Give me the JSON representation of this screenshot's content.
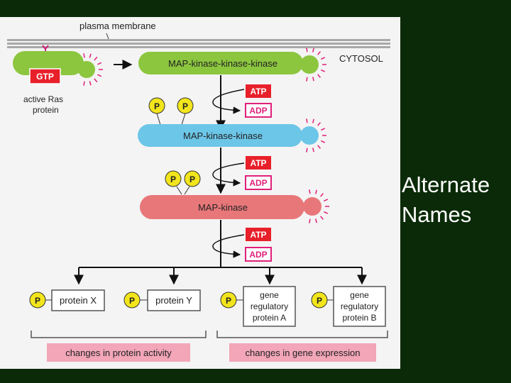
{
  "slide": {
    "title_line1": "Alternate",
    "title_line2": "Names",
    "background_color": "#0b2a08",
    "title_color": "#ffffff"
  },
  "diagram": {
    "membrane_label": "plasma membrane",
    "cytosol_label": "CYTOSOL",
    "ras": {
      "gtp": "GTP",
      "label_line1": "active Ras",
      "label_line2": "protein"
    },
    "kinases": [
      {
        "name": "MAP-kinase-kinase-kinase",
        "color": "#8cc63f"
      },
      {
        "name": "MAP-kinase-kinase",
        "color": "#6cc6e8"
      },
      {
        "name": "MAP-kinase",
        "color": "#e8777a"
      }
    ],
    "atp": "ATP",
    "adp": "ADP",
    "phosphate": "P",
    "targets": {
      "protein_x": "protein X",
      "protein_y": "protein Y",
      "gene_a": [
        "gene",
        "regulatory",
        "protein A"
      ],
      "gene_b": [
        "gene",
        "regulatory",
        "protein B"
      ]
    },
    "outcomes": {
      "protein_activity": "changes in protein activity",
      "gene_expression": "changes in gene expression"
    },
    "colors": {
      "atp_fill": "#e8202a",
      "adp_border": "#e0207a",
      "phosphate_fill": "#f2e51c",
      "outcome_fill": "#f2a6b8",
      "membrane": "#a8a8a8",
      "spark": "#e0207a"
    }
  }
}
